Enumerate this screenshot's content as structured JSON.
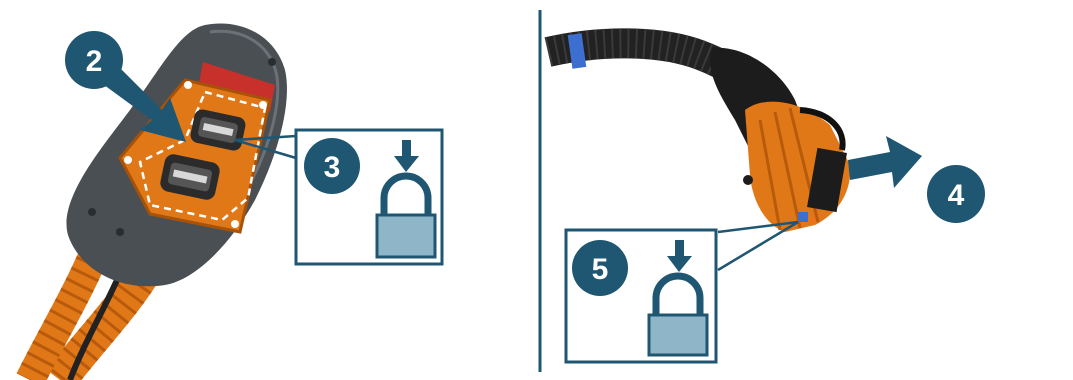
{
  "figure": {
    "step_labels": {
      "step2": "2",
      "step3": "3",
      "step4": "4",
      "step5": "5"
    },
    "colors": {
      "step_badge": "#1f5672",
      "callout_frame": "#1f5672",
      "lock_body": "#8fb5c8",
      "connector_orange": "#e07818",
      "housing_gray": "#4a4f54",
      "cable_black": "#222222",
      "blue_marker": "#3d6fd1",
      "red_label": "#c8302c"
    },
    "icons": [
      "arrow-down-icon",
      "padlock-icon",
      "arrow-right-icon"
    ]
  }
}
